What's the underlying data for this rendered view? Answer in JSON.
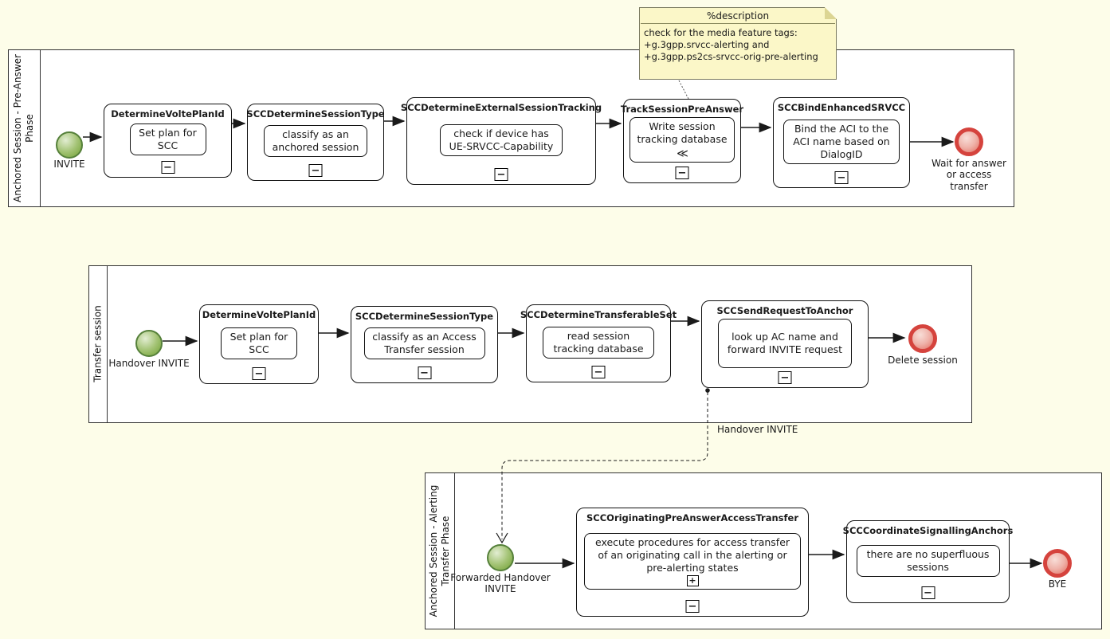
{
  "note": {
    "title": "%description",
    "body": "check for the media feature tags:\n+g.3gpp.srvcc-alerting and\n+g.3gpp.ps2cs-srvcc-orig-pre-alerting"
  },
  "connector_labels": {
    "handover_invite": "Handover INVITE"
  },
  "icons": {
    "collapsed_subprocess": "−",
    "expand_marker": "+",
    "rewind_marker": "≪"
  },
  "colors": {
    "page_background": "#FDFDE9",
    "pool_fill": "#FFFFFF",
    "note_fill": "#FBF7C8",
    "start_event_fill": "#8DB863",
    "start_event_border": "#57803A",
    "end_event_ring": "#D5433D",
    "line": "#1A1A1A"
  },
  "pools": [
    {
      "label": "Anchored Session - Pre-Answer Phase",
      "start_event": {
        "label": "INVITE"
      },
      "end_event": {
        "label": "Wait for answer or access transfer"
      },
      "tasks": [
        {
          "title": "DetermineVoltePlanId",
          "body": "Set plan for SCC"
        },
        {
          "title": "SCCDetermineSessionType",
          "body": "classify as an anchored session"
        },
        {
          "title": "SCCDetermineExternalSessionTracking",
          "body": "check if device has UE-SRVCC-Capability"
        },
        {
          "title": "TrackSessionPreAnswer",
          "body": "Write session tracking database"
        },
        {
          "title": "SCCBindEnhancedSRVCC",
          "body": "Bind the ACI to the ACI name based on DialogID"
        }
      ]
    },
    {
      "label": "Transfer session",
      "start_event": {
        "label": "Handover INVITE"
      },
      "end_event": {
        "label": "Delete session"
      },
      "tasks": [
        {
          "title": "DetermineVoltePlanId",
          "body": "Set plan for SCC"
        },
        {
          "title": "SCCDetermineSessionType",
          "body": "classify as an Access Transfer session"
        },
        {
          "title": "SCCDetermineTransferableSet",
          "body": "read session tracking database"
        },
        {
          "title": "SCCSendRequestToAnchor",
          "body": "look up AC name and forward INVITE request"
        }
      ]
    },
    {
      "label": "Anchored Session - Alerting Transfer Phase",
      "start_event": {
        "label": "Forwarded Handover INVITE"
      },
      "end_event": {
        "label": "BYE"
      },
      "tasks": [
        {
          "title": "SCCOriginatingPreAnswerAccessTransfer",
          "body": "execute procedures for access transfer of an originating call in the alerting or pre-alerting states"
        },
        {
          "title": "SCCCoordinateSignallingAnchors",
          "body": "there are no superfluous sessions"
        }
      ]
    }
  ]
}
